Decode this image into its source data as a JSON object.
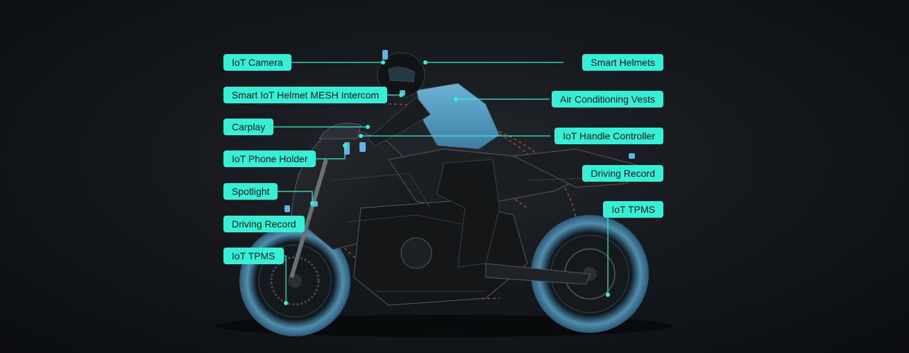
{
  "accent_color": "#33f0d6",
  "callouts_left": [
    {
      "label": "IoT Camera"
    },
    {
      "label": "Smart IoT Helmet MESH Intercom"
    },
    {
      "label": "Carplay"
    },
    {
      "label": "IoT Phone Holder"
    },
    {
      "label": "Spotlight"
    },
    {
      "label": "Driving Record"
    },
    {
      "label": "IoT TPMS"
    }
  ],
  "callouts_right": [
    {
      "label": "Smart Helmets"
    },
    {
      "label": "Air Conditioning Vests"
    },
    {
      "label": "IoT Handle Controller"
    },
    {
      "label": "Driving Record"
    },
    {
      "label": "IoT TPMS"
    }
  ]
}
